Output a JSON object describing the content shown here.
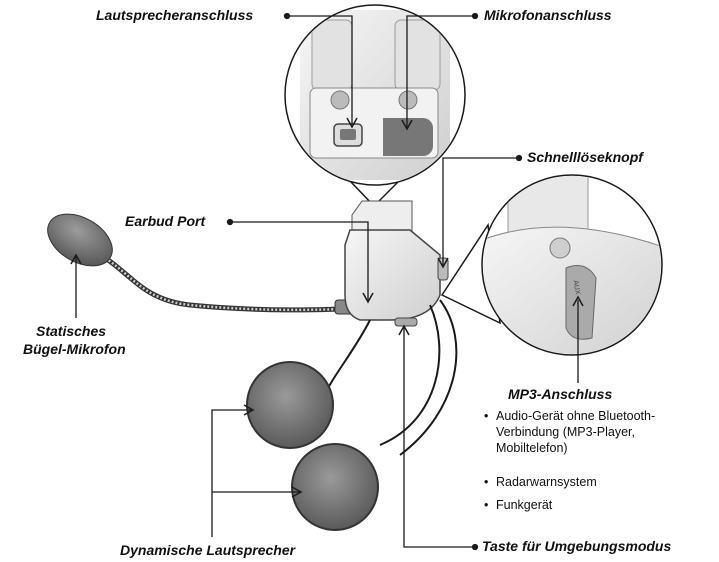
{
  "labels": {
    "speaker_port": "Lautsprecheranschluss",
    "mic_port": "Mikrofonanschluss",
    "quick_release": "Schnelllöseknopf",
    "earbud_port": "Earbud Port",
    "boom_mic_line1": "Statisches",
    "boom_mic_line2": "Bügel-Mikrofon",
    "mp3_port": "MP3-Anschluss",
    "speakers": "Dynamische Lautsprecher",
    "ambient_button": "Taste für Umgebungsmodus"
  },
  "mp3_uses": [
    {
      "line1": "Audio-Gerät ohne Bluetooth-",
      "line2": "Verbindung (MP3-Player,",
      "line3": "Mobiltelefon)"
    },
    {
      "line1": "Radarwarnsystem"
    },
    {
      "line1": "Funkgerät"
    }
  ],
  "port_badge": "AUX",
  "colors": {
    "line": "#1a1a1a",
    "device": "#ededed",
    "device_shadow": "#c9c9c9",
    "speaker": "#6e6e6e"
  }
}
